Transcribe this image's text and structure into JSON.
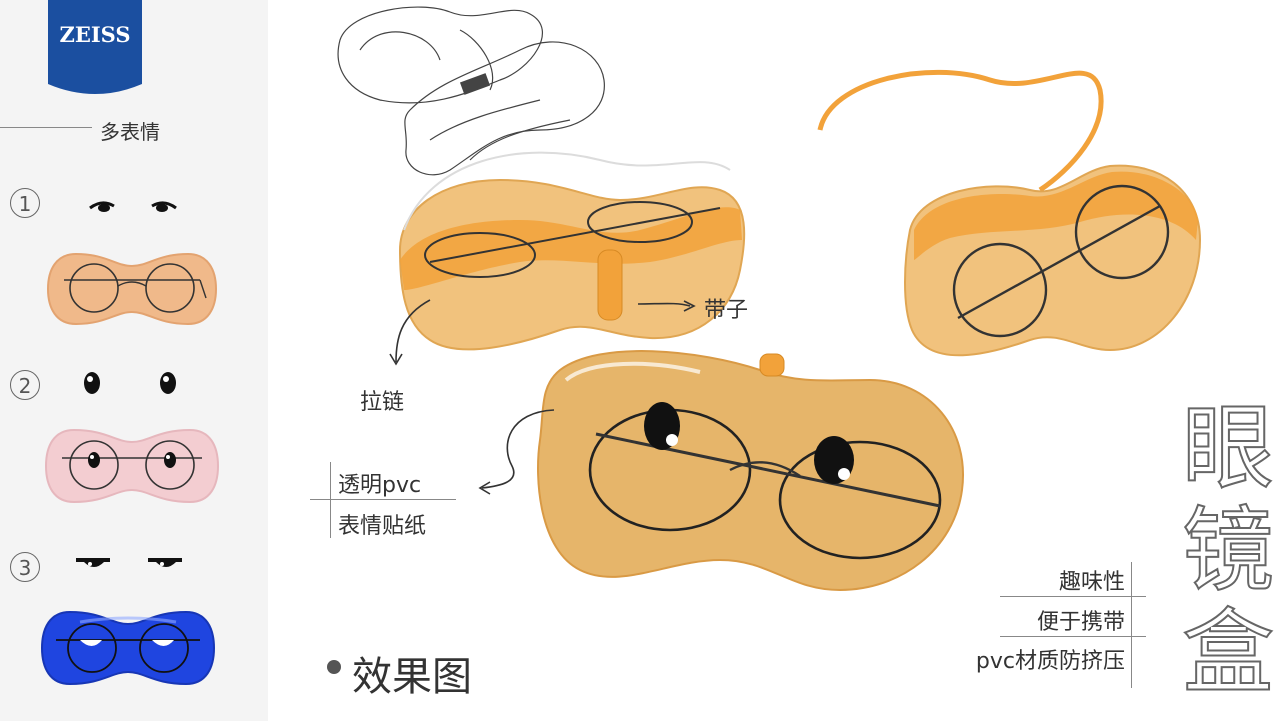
{
  "brand": {
    "logo_text": "ZEISS",
    "color": "#1b4fa0"
  },
  "sidebar": {
    "section_title": "多表情",
    "variants": [
      {
        "number": "1",
        "case_color": "#f0b98a",
        "expression": "sleepy-eyes"
      },
      {
        "number": "2",
        "case_color": "#f0c8cc",
        "expression": "round-eyes"
      },
      {
        "number": "3",
        "case_color": "#1f45e0",
        "expression": "squint-eyes"
      }
    ]
  },
  "annotations": {
    "strap": "带子",
    "zipper": "拉链",
    "transparent_pvc": "透明pvc",
    "sticker": "表情贴纸"
  },
  "render_title": "效果图",
  "features": [
    "趣味性",
    "便于携带",
    "pvc材质防挤压"
  ],
  "product_title": [
    "眼",
    "镜",
    "盒"
  ],
  "colors": {
    "case_orange": "#f2a23a",
    "case_shell": "#e9c58a",
    "frame": "#333333"
  }
}
